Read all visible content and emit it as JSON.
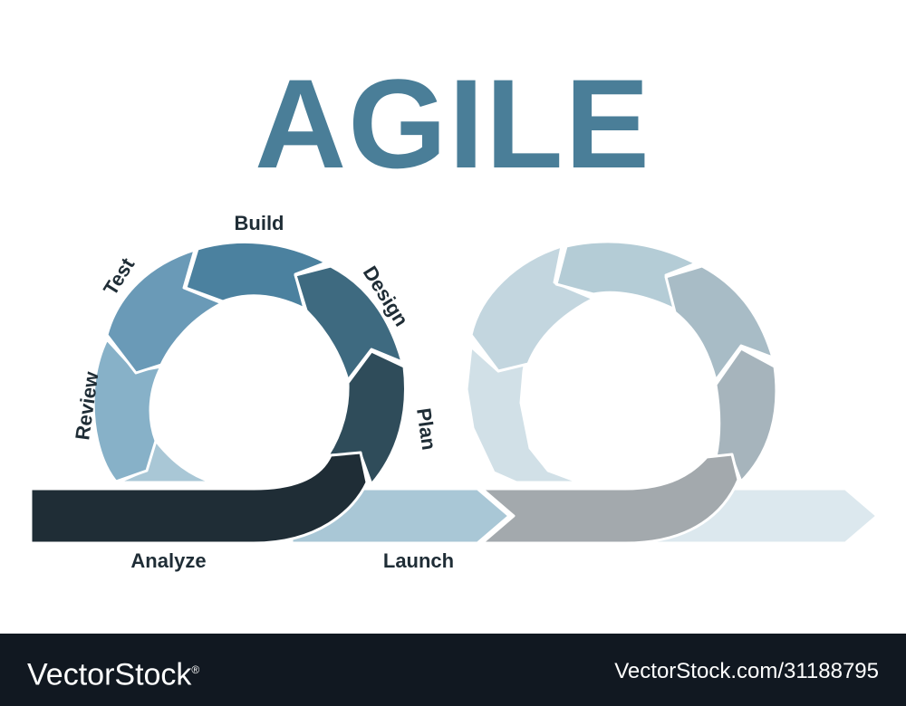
{
  "header": {
    "title": "AGILE"
  },
  "cycle": {
    "steps": {
      "build": "Build",
      "design": "Design",
      "plan": "Plan",
      "review": "Review",
      "test": "Test",
      "analyze": "Analyze",
      "launch": "Launch"
    }
  },
  "colors": {
    "title": "#4a7e98",
    "build": "#4b819f",
    "design": "#3e6a80",
    "plan": "#2f4c5a",
    "test": "#6a9ab7",
    "review": "#87b1c8",
    "review_tail": "#a9c7d6",
    "analyze_bar": "#1f2d36",
    "launch_bar": "#a9c7d6",
    "ghost_build": "#b4ccd6",
    "ghost_design": "#a8bcc6",
    "ghost_plan": "#a6b4bc",
    "ghost_test": "#c3d6df",
    "ghost_review": "#d1e0e7",
    "ghost_bar": "#a3a9ad",
    "ghost_tail": "#dce8ee",
    "footer_bg": "#111821"
  },
  "footer": {
    "brand": "VectorStock",
    "brand_mark": "®",
    "credit": "VectorStock.com/31188795"
  }
}
